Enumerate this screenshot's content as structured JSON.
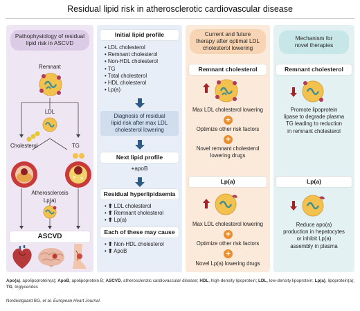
{
  "title": "Residual lipid risk in atherosclerotic cardiovascular disease",
  "panel1": {
    "header": [
      "Pathophysiology of residual",
      "lipid risk in ASCVD"
    ],
    "remnant": "Remnant",
    "ldl": "LDL",
    "cholesterol": "Cholesterol",
    "tg": "TG",
    "atherosclerosis": "Atherosclerosis",
    "lpa": "Lp(a)",
    "ascvd": "ASCVD"
  },
  "panel2": {
    "initial_header": "Initial lipid profile",
    "initial_items": [
      "LDL cholesterol",
      "Remnant cholesterol",
      "Non-HDL cholesterol",
      "TG",
      "Total cholesterol",
      "HDL cholesterol",
      "Lp(a)"
    ],
    "bullet": "•",
    "diagnosis": [
      "Diagnosis of residual",
      "lipid risk after max LDL",
      "cholesterol lowering"
    ],
    "next_header": "Next lipid profile",
    "apob": "+apoB",
    "residual_header": "Residual hyperlipidaemia",
    "residual_items": [
      "LDL cholesterol",
      "Remnant cholesterol",
      "Lp(a)"
    ],
    "each_header": "Each of these may cause",
    "each_items": [
      "Non-HDL cholesterol",
      "ApoB"
    ]
  },
  "panel3": {
    "header": [
      "Current and future",
      "therapy after optimal LDL",
      "cholesterol lowering"
    ],
    "remnant_title": "Remnant cholesterol",
    "remnant_steps": [
      [
        "Max LDL cholesterol lowering"
      ],
      [
        "Optimize other risk factors"
      ],
      [
        "Novel remnant cholesterol",
        "lowering drugs"
      ]
    ],
    "lpa_title": "Lp(a)",
    "lpa_steps": [
      [
        "Max LDL cholesterol lowering"
      ],
      [
        "Optimize other risk factors"
      ],
      [
        "Novel Lp(a) lowering drugs"
      ]
    ],
    "plus": "+"
  },
  "panel4": {
    "header": [
      "Mechanism for",
      "novel therapies"
    ],
    "remnant_title": "Remnant cholesterol",
    "remnant_text": [
      "Promote lipoprotein",
      "lipase to degrade plasma",
      "TG leading to reduction",
      "in remnant cholesterol"
    ],
    "lpa_title": "Lp(a)",
    "lpa_text": [
      "Reduce apo(a)",
      "production in hepatocytes",
      "or inhibit Lp(a)",
      "assembly in plasma"
    ]
  },
  "footer": {
    "abbrev_line1": [
      {
        "b": "Apo(a)",
        "t": ", apolipoprotein(a); "
      },
      {
        "b": "ApoB",
        "t": ", apolipoprotein B; "
      },
      {
        "b": "ASCVD",
        "t": ", atherosclerotic cardiovascular disease; "
      },
      {
        "b": "HDL",
        "t": ", high-density lipoprotein; "
      },
      {
        "b": "LDL",
        "t": ", low-density lipoprotein; "
      },
      {
        "b": "Lp(a)",
        "t": ", lipoprotein(a);"
      }
    ],
    "abbrev_line2": [
      {
        "b": "TG",
        "t": ", triglycerides"
      }
    ],
    "citation_plain": "Nordestgaard BG, ",
    "citation_italic": "et al. European Heart Journal."
  },
  "colors": {
    "panel1_bg": "#efe6f3",
    "panel2_bg": "#e7eef7",
    "panel3_bg": "#fbe9d9",
    "panel4_bg": "#e3f1f2",
    "plus_orange": "#ea8f2f",
    "arrow_blue": "#2e5a86",
    "up_arrow_red": "#a4222a",
    "particle_yellow": "#f2c14e",
    "particle_teal": "#3f8f93"
  },
  "icons": [
    "remnant-particle-icon",
    "ldl-particle-icon",
    "lpa-particle-icon",
    "cholesterol-crystals-icon",
    "tg-droplets-icon",
    "artery-plaque-icon",
    "heart-icon",
    "brain-icon",
    "leg-icon",
    "up-arrow-icon",
    "down-arrow-icon",
    "plus-icon"
  ]
}
